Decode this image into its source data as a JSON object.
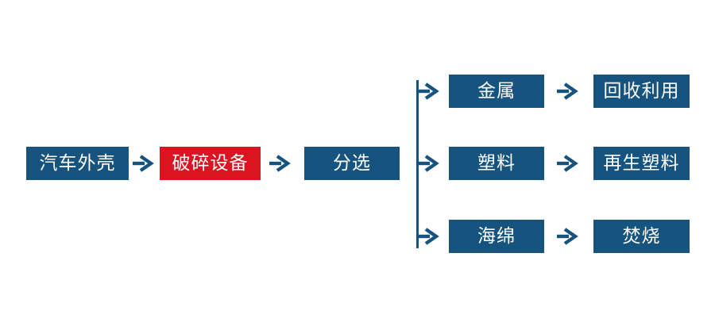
{
  "colors": {
    "primary_blue": "#16537E",
    "accent_red": "#DB1422",
    "label_text": "#FFFFFF",
    "background": "#FFFFFF"
  },
  "flow": {
    "main_nodes": [
      {
        "id": "car-shell",
        "label": "汽车外壳"
      },
      {
        "id": "crusher",
        "label": "破碎设备"
      },
      {
        "id": "sorting",
        "label": "分选"
      }
    ],
    "branches": [
      {
        "material": "金属",
        "result": "回收利用"
      },
      {
        "material": "塑料",
        "result": "再生塑料"
      },
      {
        "material": "海绵",
        "result": "焚烧"
      }
    ]
  }
}
